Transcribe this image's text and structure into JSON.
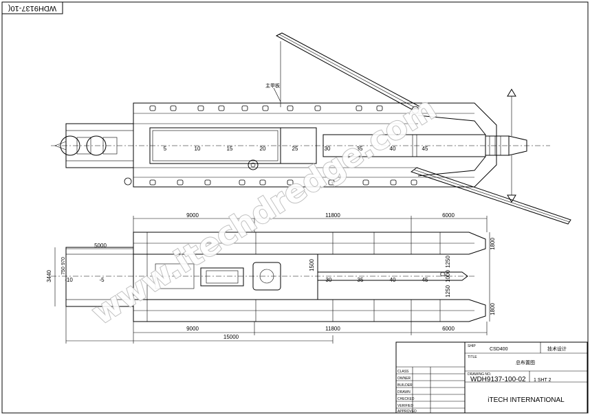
{
  "drawing_number_tab": "WDH9137-10(",
  "section_label": "主甲板",
  "watermark": "www.itechdredge.com",
  "top_view": {
    "scale_marks": [
      "5",
      "10",
      "15",
      "20",
      "25",
      "30",
      "35",
      "40",
      "45"
    ]
  },
  "bottom_view": {
    "dims_top": [
      "9000",
      "11800",
      "6000"
    ],
    "dims_bottom": [
      "9000",
      "11800",
      "6000"
    ],
    "dim_overall": "15000",
    "dim_left": "5000",
    "dims_right": [
      "1800",
      "1250",
      "1000",
      "1250",
      "1800"
    ],
    "dims_left_vertical": [
      "3440",
      "970",
      "750"
    ],
    "dim_mid": "1500",
    "scale_marks": [
      "-10",
      "-5",
      "30",
      "35",
      "40",
      "45"
    ],
    "centerline": "CL"
  },
  "title_block": {
    "ship_label": "SHIP",
    "ship_value": "CSD400",
    "stage": "技术设计",
    "title_label": "TITLE",
    "title_value": "总布置图",
    "drawing_no_label": "DRAWING NO.",
    "drawing_no": "WDH9137-100-02",
    "sheet": "1 SHT 2",
    "company": "iTECH INTERNATIONAL",
    "rows": [
      "CLASS",
      "OWNER",
      "BUILDER",
      "DRAWN",
      "CHECKED",
      "VERIFIED",
      "APPROVED"
    ]
  }
}
